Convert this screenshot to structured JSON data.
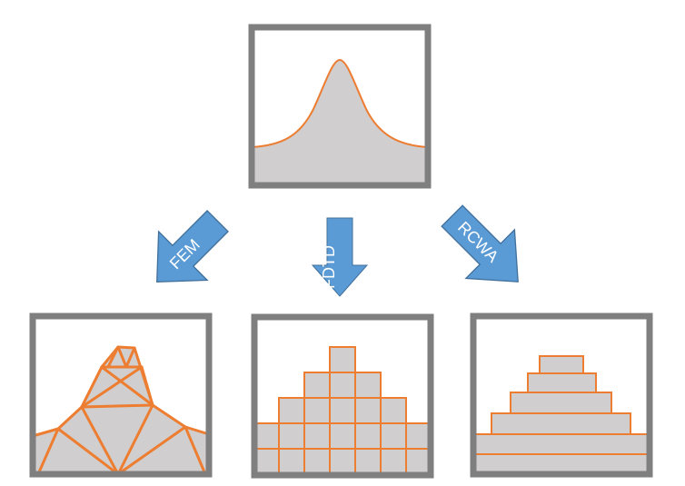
{
  "arrows": {
    "fem": {
      "label": "FEM"
    },
    "fdtd": {
      "label": "FDTD"
    },
    "rcwa": {
      "label": "RCWA"
    }
  },
  "colors": {
    "frame": "#7f7f7f",
    "fill": "#d0cece",
    "outline": "#ed7d31",
    "arrow": "#5b9bd5",
    "arrow_border": "#41719c",
    "label": "#ffffff"
  }
}
